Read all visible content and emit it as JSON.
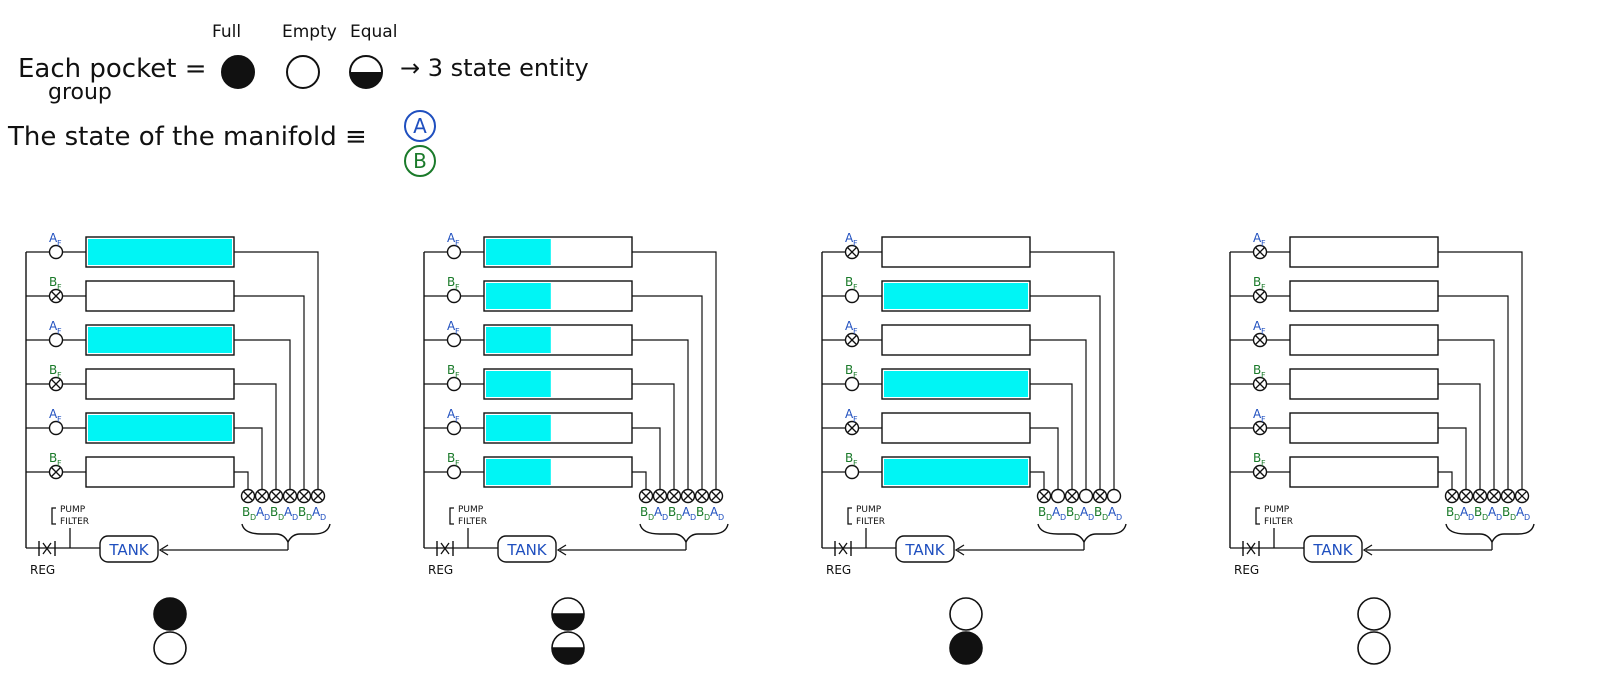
{
  "legend": {
    "state_labels": {
      "full": "Full",
      "empty": "Empty",
      "equal": "Equal"
    },
    "line1": "Each pocket group =",
    "line1_a": "Each pocket =",
    "line1_b": "group",
    "arrow_text": "→ 3 state entity",
    "line2": "The state of the manifold ≡",
    "manifold_letters": [
      "A",
      "B"
    ]
  },
  "colors": {
    "ink": "#111111",
    "blue": "#1f4fbf",
    "green": "#1a7a2a",
    "fill": "#00f5f5"
  },
  "diagram_labels": {
    "pump": "PUMP",
    "filter": "FILTER",
    "tank": "TANK",
    "reg": "REG",
    "left_valves": [
      "A_F",
      "B_F",
      "A_F",
      "B_F",
      "A_F",
      "B_F"
    ],
    "drain_valves": [
      "B_D",
      "A_D",
      "B_D",
      "A_D",
      "B_D",
      "A_D"
    ]
  },
  "panels": [
    {
      "fills": [
        1,
        0,
        1,
        0,
        1,
        0
      ],
      "left_valve_closed": [
        false,
        true,
        false,
        true,
        false,
        true
      ],
      "drain_valve_closed": [
        true,
        true,
        true,
        true,
        true,
        true
      ],
      "state": {
        "A": "full",
        "B": "empty"
      }
    },
    {
      "fills": [
        0.45,
        0.45,
        0.45,
        0.45,
        0.45,
        0.45
      ],
      "left_valve_closed": [
        false,
        false,
        false,
        false,
        false,
        false
      ],
      "drain_valve_closed": [
        true,
        true,
        true,
        true,
        true,
        true
      ],
      "state": {
        "A": "equal",
        "B": "equal"
      }
    },
    {
      "fills": [
        0,
        1,
        0,
        1,
        0,
        1
      ],
      "left_valve_closed": [
        true,
        false,
        true,
        false,
        true,
        false
      ],
      "drain_valve_closed": [
        true,
        false,
        true,
        false,
        true,
        false
      ],
      "state": {
        "A": "empty",
        "B": "full"
      }
    },
    {
      "fills": [
        0,
        0,
        0,
        0,
        0,
        0
      ],
      "left_valve_closed": [
        true,
        true,
        true,
        true,
        true,
        true
      ],
      "drain_valve_closed": [
        true,
        true,
        true,
        true,
        true,
        true
      ],
      "state": {
        "A": "empty",
        "B": "empty"
      }
    }
  ]
}
